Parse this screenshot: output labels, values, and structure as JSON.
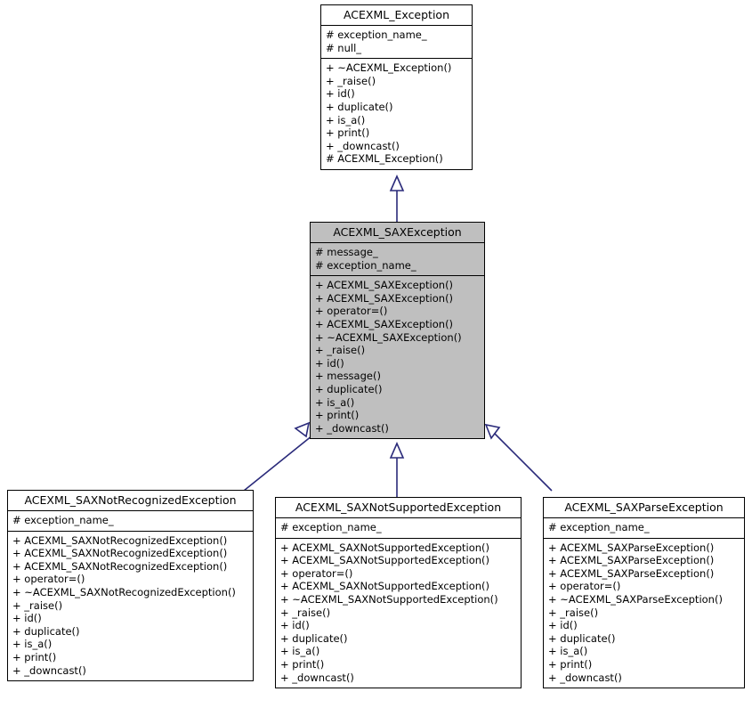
{
  "diagram": {
    "type": "uml-class-inheritance",
    "title": "ACEXML_SAXException inheritance diagram",
    "colors": {
      "box_fill": "#ffffff",
      "highlight_fill": "#bfbfbf",
      "border": "#000000",
      "connector": "#2a2a7a",
      "text": "#000000"
    },
    "classes": [
      {
        "id": "acexml-exception",
        "name": "ACEXML_Exception",
        "highlighted": false,
        "attributes": [
          "# exception_name_",
          "# null_"
        ],
        "operations": [
          "+ ~ACEXML_Exception()",
          "+ _raise()",
          "+ id()",
          "+ duplicate()",
          "+ is_a()",
          "+ print()",
          "+ _downcast()",
          "# ACEXML_Exception()"
        ]
      },
      {
        "id": "acexml-saxexception",
        "name": "ACEXML_SAXException",
        "highlighted": true,
        "attributes": [
          "# message_",
          "# exception_name_"
        ],
        "operations": [
          "+ ACEXML_SAXException()",
          "+ ACEXML_SAXException()",
          "+ operator=()",
          "+ ACEXML_SAXException()",
          "+ ~ACEXML_SAXException()",
          "+ _raise()",
          "+ id()",
          "+ message()",
          "+ duplicate()",
          "+ is_a()",
          "+ print()",
          "+ _downcast()"
        ]
      },
      {
        "id": "acexml-saxnotrecognizedexception",
        "name": "ACEXML_SAXNotRecognizedException",
        "highlighted": false,
        "attributes": [
          "# exception_name_"
        ],
        "operations": [
          "+ ACEXML_SAXNotRecognizedException()",
          "+ ACEXML_SAXNotRecognizedException()",
          "+ ACEXML_SAXNotRecognizedException()",
          "+ operator=()",
          "+ ~ACEXML_SAXNotRecognizedException()",
          "+ _raise()",
          "+ id()",
          "+ duplicate()",
          "+ is_a()",
          "+ print()",
          "+ _downcast()"
        ]
      },
      {
        "id": "acexml-saxnotsupportedexception",
        "name": "ACEXML_SAXNotSupportedException",
        "highlighted": false,
        "attributes": [
          "# exception_name_"
        ],
        "operations": [
          "+ ACEXML_SAXNotSupportedException()",
          "+ ACEXML_SAXNotSupportedException()",
          "+ operator=()",
          "+ ACEXML_SAXNotSupportedException()",
          "+ ~ACEXML_SAXNotSupportedException()",
          "+ _raise()",
          "+ id()",
          "+ duplicate()",
          "+ is_a()",
          "+ print()",
          "+ _downcast()"
        ]
      },
      {
        "id": "acexml-saxparseexception",
        "name": "ACEXML_SAXParseException",
        "highlighted": false,
        "attributes": [
          "# exception_name_"
        ],
        "operations": [
          "+ ACEXML_SAXParseException()",
          "+ ACEXML_SAXParseException()",
          "+ ACEXML_SAXParseException()",
          "+ operator=()",
          "+ ~ACEXML_SAXParseException()",
          "+ _raise()",
          "+ id()",
          "+ duplicate()",
          "+ is_a()",
          "+ print()",
          "+ _downcast()"
        ]
      }
    ],
    "relations": [
      {
        "from": "acexml-saxexception",
        "to": "acexml-exception",
        "kind": "generalization"
      },
      {
        "from": "acexml-saxnotrecognizedexception",
        "to": "acexml-saxexception",
        "kind": "generalization"
      },
      {
        "from": "acexml-saxnotsupportedexception",
        "to": "acexml-saxexception",
        "kind": "generalization"
      },
      {
        "from": "acexml-saxparseexception",
        "to": "acexml-saxexception",
        "kind": "generalization"
      }
    ]
  }
}
